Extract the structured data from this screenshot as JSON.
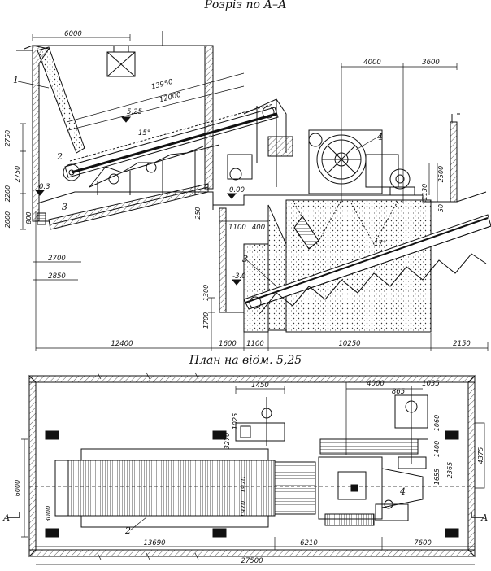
{
  "titles": {
    "section": "Розріз по А–А",
    "plan": "План на відм. 5,25"
  },
  "section_dims": {
    "top_6000": "6000",
    "top_4000": "4000",
    "top_3600": "3600",
    "len_13950": "13950",
    "len_12000": "12000",
    "elev_525": "5.25",
    "elev_03": "0.3",
    "elev_000": "0.00",
    "elev_m30": "-3.0",
    "v_2750a": "2750",
    "v_2750b": "2750",
    "v_2200": "2200",
    "v_2000": "2000",
    "v_800": "800",
    "v_250": "250",
    "v_1130": "1130",
    "v_2500": "2500",
    "v_50": "50",
    "v_1300": "1300",
    "v_1700": "1700",
    "h_1100": "1100",
    "h_400": "400",
    "h_2700": "2700",
    "h_2850": "2850",
    "b_12400": "12400",
    "b_1600": "1600",
    "b_1100": "1100",
    "b_10250": "10250",
    "b_2150": "2150"
  },
  "section_labels": {
    "n1": "1",
    "n2": "2",
    "n3a": "3",
    "n3b": "3",
    "n4": "4",
    "n15": "15°",
    "n17": "17°"
  },
  "plan_dims": {
    "p_1450": "1450",
    "p_4000": "4000",
    "p_865": "865",
    "p_1035": "1035",
    "p_3270": "3270",
    "p_1025": "1025",
    "p_6000": "6000",
    "p_3000": "3000",
    "p_1970a": "1970",
    "p_1970b": "1970",
    "p_1060": "1060",
    "p_1400": "1400",
    "p_1655": "1655",
    "p_2365": "2365",
    "p_4375": "4375",
    "p_13690": "13690",
    "p_6210": "6210",
    "p_7600": "7600",
    "p_27500": "27500"
  },
  "plan_labels": {
    "a_left": "А",
    "a_right": "А",
    "n2": "2",
    "n4": "4"
  }
}
